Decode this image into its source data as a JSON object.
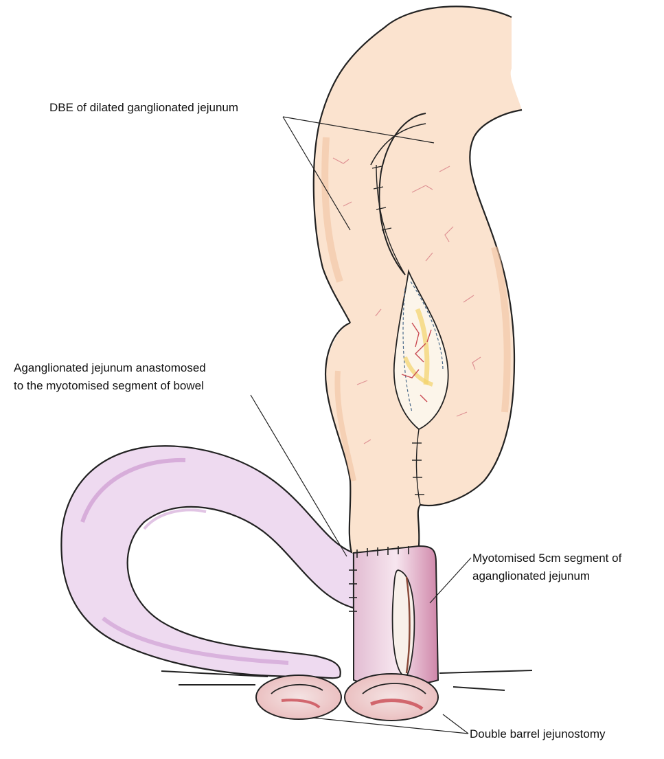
{
  "labels": {
    "dbe": "DBE of dilated ganglionated jejunum",
    "anastomosis_line1": "Aganglionated jejunum anastomosed",
    "anastomosis_line2": "to the myotomised segment of bowel",
    "myotomy_line1": "Myotomised 5cm segment of",
    "myotomy_line2": "aganglionated jejunum",
    "stoma": "Double barrel jejunostomy"
  },
  "colors": {
    "ganglionated_bowel_fill": "#fbe3cf",
    "ganglionated_bowel_vessels": "#d9848a",
    "aganglionated_bowel_fill": "#eedaf0",
    "aganglionated_bowel_shade": "#c489c9",
    "myotomy_segment_fill": "#f3d6e6",
    "myotomy_segment_shade": "#c9638e",
    "mucosa_red": "#c94a52",
    "mesentery_yellow": "#f4d36a",
    "outline": "#222222"
  }
}
